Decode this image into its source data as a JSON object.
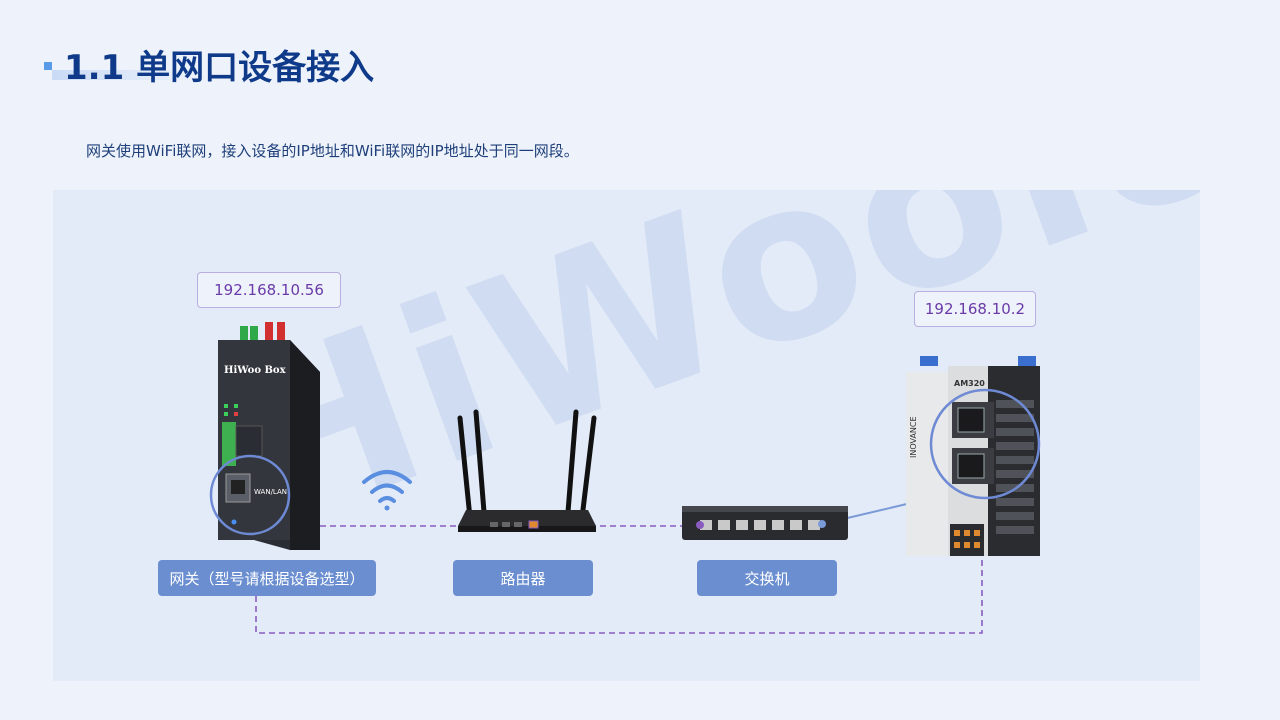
{
  "header": {
    "title": "1.1 单网口设备接入",
    "subtitle": "网关使用WiFi联网，接入设备的IP地址和WiFi联网的IP地址处于同一网段。"
  },
  "watermark": "HiWooIoT",
  "devices": {
    "gateway": {
      "ip": "192.168.10.56",
      "label": "网关（型号请根据设备选型）",
      "brand": "HiWoo Box",
      "port_label": "WAN/LAN"
    },
    "router": {
      "label": "路由器"
    },
    "switch": {
      "label": "交换机"
    },
    "plc": {
      "ip": "192.168.10.2",
      "model": "AM320",
      "brand": "INOVANCE"
    }
  },
  "colors": {
    "title": "#0f3a8a",
    "link": "#8a5cc0",
    "label_bg": "#6a8ed0",
    "ip_text": "#6a3aa8"
  }
}
